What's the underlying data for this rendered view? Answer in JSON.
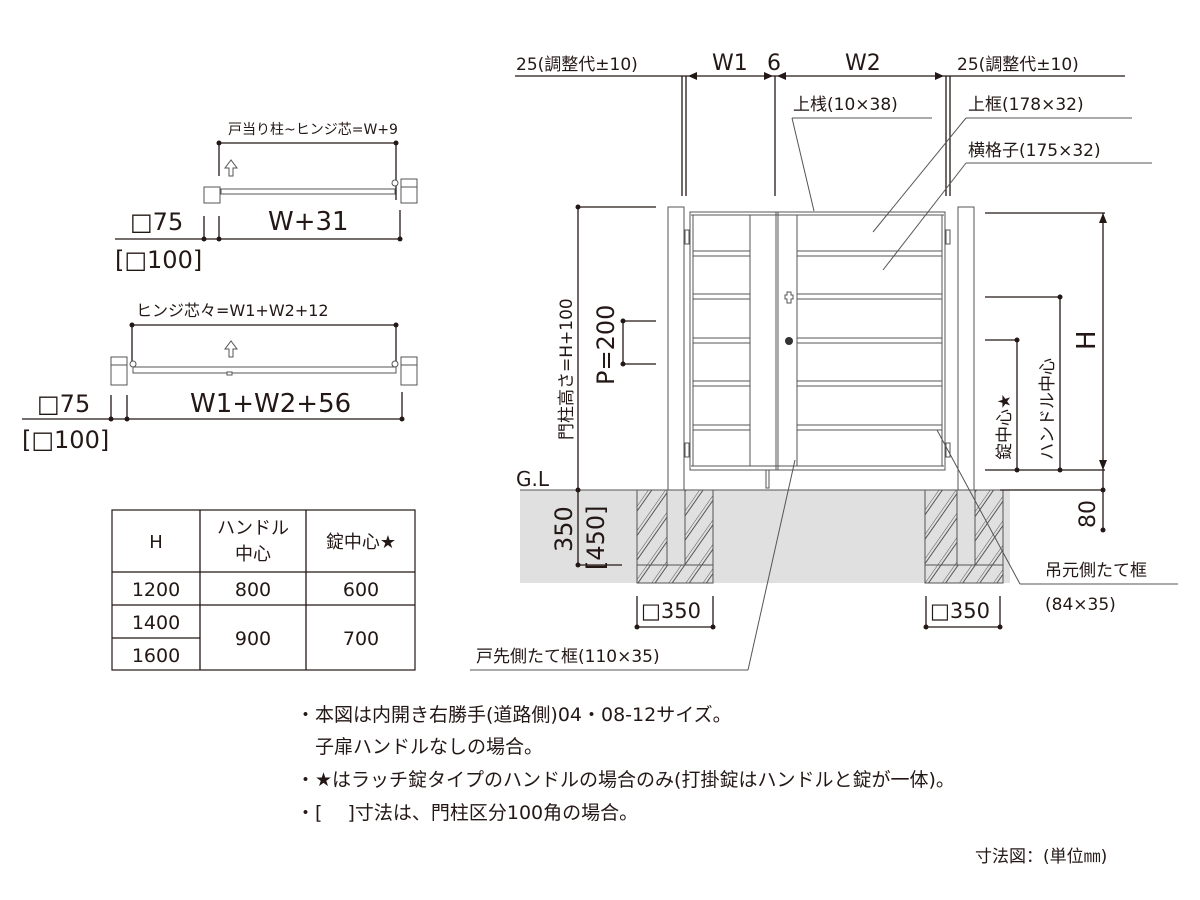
{
  "plan_single": {
    "top_label": "戸当り柱~ヒンジ芯=W+9",
    "post_size": "□75",
    "post_size_alt": "[□100]",
    "width_label": "W+31"
  },
  "plan_double": {
    "top_label": "ヒンジ芯々=W1+W2+12",
    "post_size": "□75",
    "post_size_alt": "[□100]",
    "width_label": "W1+W2+56"
  },
  "elevation": {
    "left_adjust": "25(調整代±10)",
    "right_adjust": "25(調整代±10)",
    "w1": "W1",
    "gap": "6",
    "w2": "W2",
    "top_rail": "上桟(10×38)",
    "top_frame": "上框(178×32)",
    "lattice": "横格子(175×32)",
    "post_height": "門柱高さ=H+100",
    "pitch": "P=200",
    "gl": "G.L",
    "h": "H",
    "handle_center": "ハンドル中心",
    "lock_center": "錠中心★",
    "depth": "350",
    "depth_alt": "[450]",
    "depth_80": "80",
    "found_left": "□350",
    "found_right": "□350",
    "hinge_stile": "吊元側たて框",
    "hinge_stile_size": "(84×35)",
    "latch_stile": "戸先側たて框(110×35)"
  },
  "table": {
    "headers": [
      "H",
      "ハンドル\n中心",
      "錠中心★"
    ],
    "rows": [
      [
        "1200",
        "800",
        "600"
      ],
      [
        "1400",
        "900",
        "700"
      ],
      [
        "1600",
        "",
        ""
      ]
    ]
  },
  "notes": [
    "・本図は内開き右勝手(道路側)04・08-12サイズ。",
    "　子扉ハンドルなしの場合。",
    "・★はラッチ錠タイプのハンドルの場合のみ(打掛錠はハンドルと錠が一体)。",
    "・[　 ]寸法は、門柱区分100角の場合。"
  ],
  "unit": "寸法図：(単位㎜)"
}
